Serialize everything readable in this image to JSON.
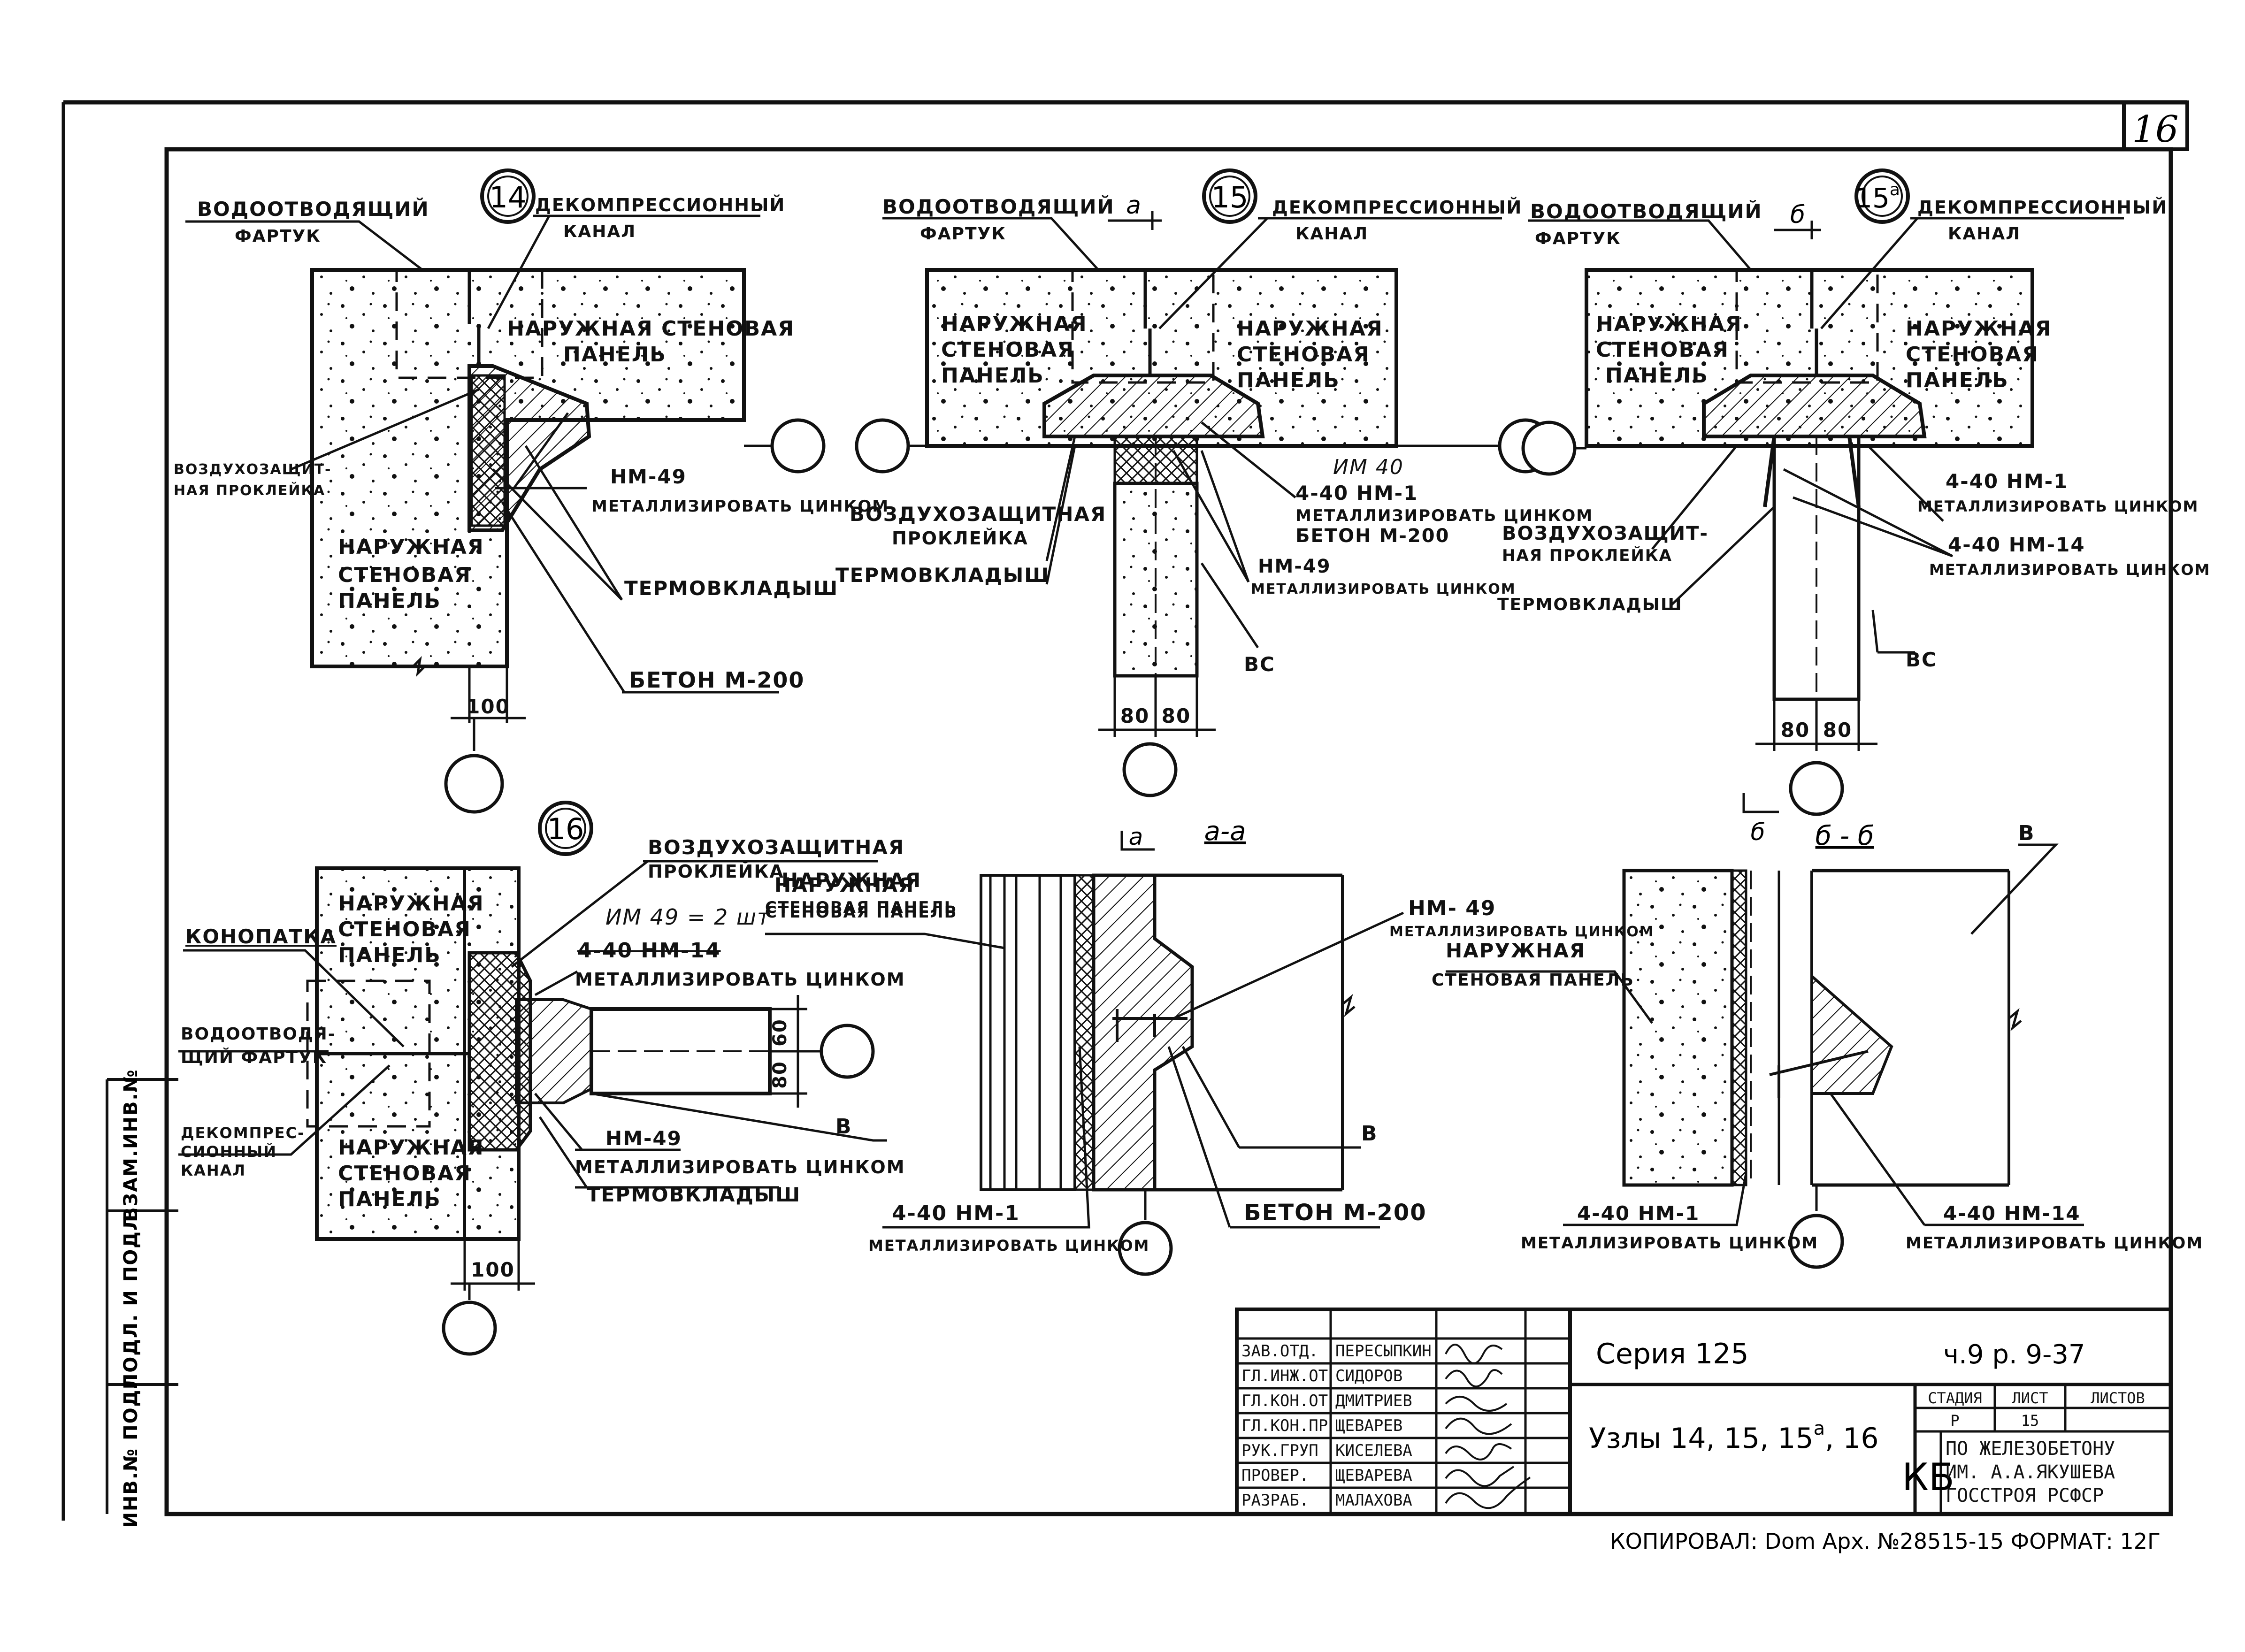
{
  "sheet": {
    "number": "16",
    "side_stamps": [
      "ВЗАМ.ИНВ.№",
      "ПОДЛ. И ПОДЛ.",
      "ИНВ.№ ПОДЛ"
    ],
    "copy_note": "КОПИРОВАЛ: Dom Арх. №28515-15 ФОРМАТ: 12Г"
  },
  "node14": {
    "number": "14",
    "labels": {
      "apron": "ВОДООТВОДЯЩИЙ",
      "apron2": "ФАРТУК",
      "decomp": "ДЕКОМПРЕССИОННЫЙ",
      "decomp2": "КАНАЛ",
      "panel_top": "НАРУЖНАЯ СТЕНОВАЯ",
      "panel_top2": "ПАНЕЛЬ",
      "airseal": "ВОЗДУХОЗАЩИТ-",
      "airseal2": "НАЯ ПРОКЛЕЙКА",
      "nm": "НМ-49",
      "zinc": "МЕТАЛЛИЗИРОВАТЬ ЦИНКОМ",
      "panel_left": "НАРУЖНАЯ",
      "panel_left2": "СТЕНОВАЯ",
      "panel_left3": "ПАНЕЛЬ",
      "thermo": "ТЕРМОВКЛАДЫШ",
      "concrete": "БЕТОН М-200",
      "dim": "100"
    }
  },
  "node15": {
    "number": "15",
    "labels": {
      "cut": "а",
      "apron": "ВОДООТВОДЯЩИЙ",
      "apron2": "ФАРТУК",
      "decomp": "ДЕКОМПРЕССИОННЫЙ",
      "decomp2": "КАНАЛ",
      "panel_l1": "НАРУЖНАЯ",
      "panel_l2": "СТЕНОВАЯ",
      "panel_l3": "ПАНЕЛЬ",
      "panel_r1": "НАРУЖНАЯ",
      "panel_r2": "СТЕНОВАЯ",
      "panel_r3": "ПАНЕЛЬ",
      "hand": "ИМ 40",
      "nm1": "4-40 НМ-1",
      "zinc1": "МЕТАЛЛИЗИРОВАТЬ ЦИНКОМ",
      "concrete": "БЕТОН М-200",
      "airseal": "ВОЗДУХОЗАЩИТНАЯ",
      "airseal2": "ПРОКЛЕЙКА",
      "thermo": "ТЕРМОВКЛАДЫШ",
      "nm49": "НМ-49",
      "zinc2": "МЕТАЛЛИЗИРОВАТЬ ЦИНКОМ",
      "vs": "ВС",
      "dim1": "80",
      "dim2": "80"
    }
  },
  "node15a": {
    "number": "15",
    "sup": "а",
    "labels": {
      "cut": "б",
      "apron": "ВОДООТВОДЯЩИЙ",
      "apron2": "ФАРТУК",
      "decomp": "ДЕКОМПРЕССИОННЫЙ",
      "decomp2": "КАНАЛ",
      "panel_l1": "НАРУЖНАЯ",
      "panel_l2": "СТЕНОВАЯ",
      "panel_l3": "ПАНЕЛЬ",
      "panel_r1": "НАРУЖНАЯ",
      "panel_r2": "СТЕНОВАЯ",
      "panel_r3": "ПАНЕЛЬ",
      "nm1": "4-40 НМ-1",
      "zinc1": "МЕТАЛЛИЗИРОВАТЬ ЦИНКОМ",
      "airseal": "ВОЗДУХОЗАЩИТ-",
      "airseal2": "НАЯ ПРОКЛЕЙКА",
      "nm14": "4-40 НМ-14",
      "zinc2": "МЕТАЛЛИЗИРОВАТЬ ЦИНКОМ",
      "thermo": "ТЕРМОВКЛАДЫШ",
      "vs": "ВС",
      "dim1": "80",
      "dim2": "80"
    }
  },
  "node16": {
    "number": "16",
    "labels": {
      "airseal": "ВОЗДУХОЗАЩИТНАЯ",
      "airseal2": "ПРОКЛЕЙКА",
      "panel_r1": "НАРУЖНАЯ",
      "panel_r2": "СТЕНОВАЯ ПАНЕЛЬ",
      "caulk": "КОНОПАТКА",
      "panel_t1": "НАРУЖНАЯ",
      "panel_t2": "СТЕНОВАЯ",
      "panel_t3": "ПАНЕЛЬ",
      "hand": "ИМ 49 = 2 шт",
      "nm14": "4-40 НМ-14",
      "zinc1": "МЕТАЛЛИЗИРОВАТЬ ЦИНКОМ",
      "apron": "ВОДООТВОДЯ-",
      "apron2": "ЩИЙ ФАРТУК",
      "decomp": "ДЕКОМПРЕС-",
      "decomp2": "СИОННЫЙ",
      "decomp3": "КАНАЛ",
      "panel_b1": "НАРУЖНАЯ",
      "panel_b2": "СТЕНОВАЯ",
      "panel_b3": "ПАНЕЛЬ",
      "nm49": "НМ-49",
      "zinc2": "МЕТАЛЛИЗИРОВАТЬ ЦИНКОМ",
      "thermo": "ТЕРМОВКЛАДЫШ",
      "v": "В",
      "dim_v1": "60",
      "dim_v2": "80",
      "dim": "100"
    }
  },
  "section_aa": {
    "cut": "а",
    "title": "а-а",
    "labels": {
      "panel1": "НАРУЖНАЯ",
      "panel2": "СТЕНОВАЯ ПАНЕЛЬ",
      "nm49": "НМ- 49",
      "zinc": "МЕТАЛЛИЗИРОВАТЬ ЦИНКОМ",
      "v": "В",
      "nm1": "4-40 НМ-1",
      "zinc2": "МЕТАЛЛИЗИРОВАТЬ ЦИНКОМ",
      "concrete": "БЕТОН М-200"
    }
  },
  "section_bb": {
    "cut": "б",
    "title": "б - б",
    "labels": {
      "v": "В",
      "panel1": "НАРУЖНАЯ",
      "panel2": "СТЕНОВАЯ ПАНЕЛЬ",
      "nm1": "4-40 НМ-1",
      "zinc1": "МЕТАЛЛИЗИРОВАТЬ ЦИНКОМ",
      "nm14": "4-40 НМ-14",
      "zinc2": "МЕТАЛЛИЗИРОВАТЬ ЦИНКОМ"
    }
  },
  "title_block": {
    "roles": [
      "ЗАВ.ОТД.",
      "ГЛ.ИНЖ.ОТ",
      "ГЛ.КОН.ОТ",
      "ГЛ.КОН.ПР",
      "РУК.ГРУП",
      "ПРОВЕР.",
      "РАЗРАБ."
    ],
    "names": [
      "ПЕРЕСЫПКИН",
      "СИДОРОВ",
      "ДМИТРИЕВ",
      "ЩЕВАРЕВ",
      "КИСЕЛЕВА",
      "ЩЕВАРЕВА",
      "МАЛАХОВА"
    ],
    "series": "Серия   125",
    "part": "ч.9   р. 9-37",
    "nodes": "Узлы   14, 15, 15",
    "nodes_sup": "а",
    "nodes_tail": ", 16",
    "stage_h": "СТАДИЯ",
    "sheet_h": "ЛИСТ",
    "sheets_h": "ЛИСТОВ",
    "stage": "Р",
    "sheet": "15",
    "org_code": "КБ",
    "org1": "ПО ЖЕЛЕЗОБЕТОНУ",
    "org2": "ИМ. А.А.ЯКУШЕВА",
    "org3": "ГОССТРОЯ РСФСР"
  }
}
